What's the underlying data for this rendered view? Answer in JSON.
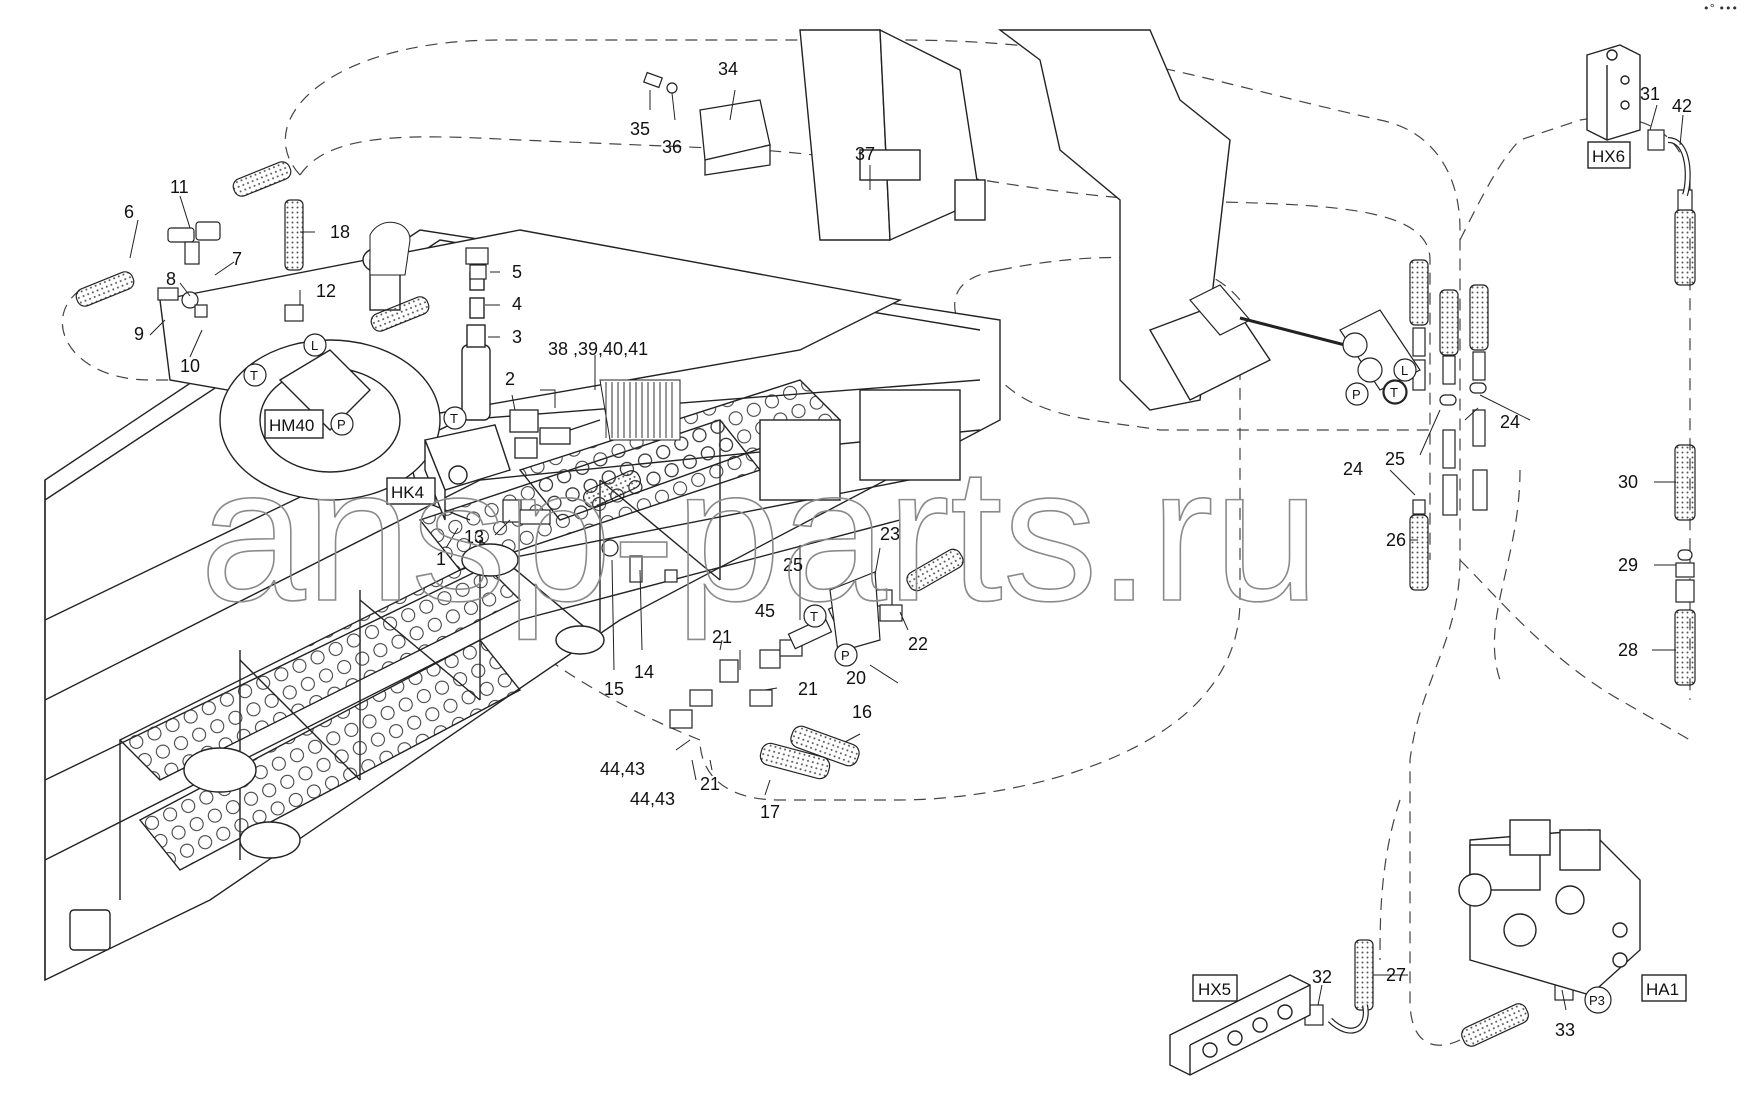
{
  "watermark": "ansp-parts.ru",
  "corner_mark": "•° •••",
  "units": [
    {
      "id": "HM40",
      "label": "HM40"
    },
    {
      "id": "HK4",
      "label": "HK4"
    },
    {
      "id": "HX5",
      "label": "HX5"
    },
    {
      "id": "HX6",
      "label": "HX6"
    },
    {
      "id": "HA1",
      "label": "HA1"
    }
  ],
  "ports": {
    "T1": "T",
    "L1": "L",
    "P1": "P",
    "T2": "T",
    "T3": "T",
    "P3": "P",
    "P4": "P",
    "T4": "T",
    "L4": "L",
    "P3b": "P3"
  },
  "callouts": [
    {
      "id": "n1",
      "text": "1"
    },
    {
      "id": "n2",
      "text": "2"
    },
    {
      "id": "n3",
      "text": "3"
    },
    {
      "id": "n4",
      "text": "4"
    },
    {
      "id": "n5",
      "text": "5"
    },
    {
      "id": "n6",
      "text": "6"
    },
    {
      "id": "n7",
      "text": "7"
    },
    {
      "id": "n8",
      "text": "8"
    },
    {
      "id": "n9",
      "text": "9"
    },
    {
      "id": "n10",
      "text": "10"
    },
    {
      "id": "n11",
      "text": "11"
    },
    {
      "id": "n12",
      "text": "12"
    },
    {
      "id": "n13",
      "text": "13"
    },
    {
      "id": "n14",
      "text": "14"
    },
    {
      "id": "n15",
      "text": "15"
    },
    {
      "id": "n16",
      "text": "16"
    },
    {
      "id": "n17",
      "text": "17"
    },
    {
      "id": "n18",
      "text": "18"
    },
    {
      "id": "n20",
      "text": "20"
    },
    {
      "id": "n21a",
      "text": "21"
    },
    {
      "id": "n21b",
      "text": "21"
    },
    {
      "id": "n21c",
      "text": "21"
    },
    {
      "id": "n22",
      "text": "22"
    },
    {
      "id": "n23",
      "text": "23"
    },
    {
      "id": "n24a",
      "text": "24"
    },
    {
      "id": "n24b",
      "text": "24"
    },
    {
      "id": "n25a",
      "text": "25"
    },
    {
      "id": "n25b",
      "text": "25"
    },
    {
      "id": "n26",
      "text": "26"
    },
    {
      "id": "n27",
      "text": "27"
    },
    {
      "id": "n28",
      "text": "28"
    },
    {
      "id": "n29",
      "text": "29"
    },
    {
      "id": "n30",
      "text": "30"
    },
    {
      "id": "n31",
      "text": "31"
    },
    {
      "id": "n32",
      "text": "32"
    },
    {
      "id": "n33",
      "text": "33"
    },
    {
      "id": "n34",
      "text": "34"
    },
    {
      "id": "n35",
      "text": "35"
    },
    {
      "id": "n36",
      "text": "36"
    },
    {
      "id": "n37",
      "text": "37"
    },
    {
      "id": "n38",
      "text": "38 ,39,40,41"
    },
    {
      "id": "n42",
      "text": "42"
    },
    {
      "id": "n45",
      "text": "45"
    },
    {
      "id": "n4443a",
      "text": "44,43"
    },
    {
      "id": "n4443b",
      "text": "44,43"
    }
  ]
}
